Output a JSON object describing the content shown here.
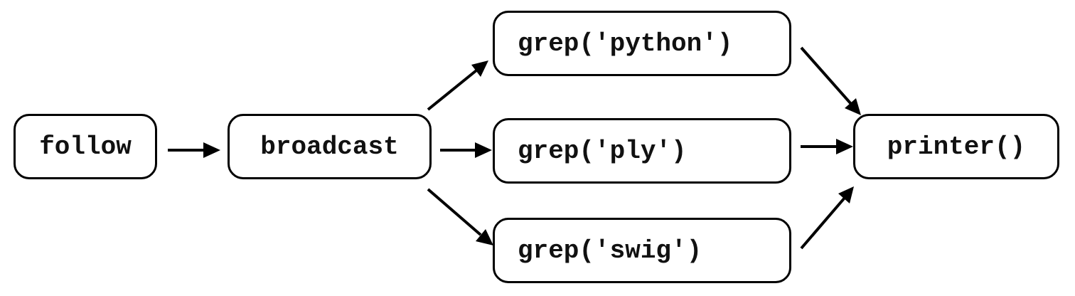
{
  "nodes": {
    "follow": "follow",
    "broadcast": "broadcast",
    "grep_python": "grep('python')",
    "grep_ply": "grep('ply')",
    "grep_swig": "grep('swig')",
    "printer": "printer()"
  },
  "edges": [
    {
      "from": "follow",
      "to": "broadcast"
    },
    {
      "from": "broadcast",
      "to": "grep_python"
    },
    {
      "from": "broadcast",
      "to": "grep_ply"
    },
    {
      "from": "broadcast",
      "to": "grep_swig"
    },
    {
      "from": "grep_python",
      "to": "printer"
    },
    {
      "from": "grep_ply",
      "to": "printer"
    },
    {
      "from": "grep_swig",
      "to": "printer"
    }
  ],
  "colors": {
    "stroke": "#000000",
    "background": "#ffffff"
  }
}
